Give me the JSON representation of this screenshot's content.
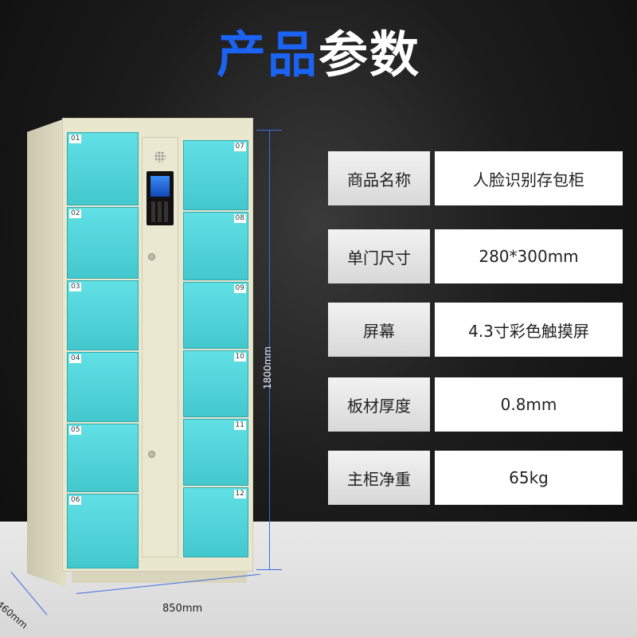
{
  "title": {
    "part1": "产品",
    "part2": "参数"
  },
  "cabinet": {
    "left_doors": [
      "01",
      "02",
      "03",
      "04",
      "05",
      "06"
    ],
    "right_doors": [
      "07",
      "08",
      "09",
      "10",
      "11",
      "12"
    ],
    "colors": {
      "door": "#4fd4d9",
      "body": "#eae7cf"
    }
  },
  "dimensions": {
    "height": "1800mm",
    "width": "850mm",
    "depth": "460mm",
    "line_color": "#3b6fe0"
  },
  "specs": [
    {
      "label": "商品名称",
      "value": "人脸识别存包柜"
    },
    {
      "label": "单门尺寸",
      "value": "280*300mm"
    },
    {
      "label": "屏幕",
      "value": "4.3寸彩色触摸屏"
    },
    {
      "label": "板材厚度",
      "value": "0.8mm"
    },
    {
      "label": "主柜净重",
      "value": "65kg"
    }
  ]
}
